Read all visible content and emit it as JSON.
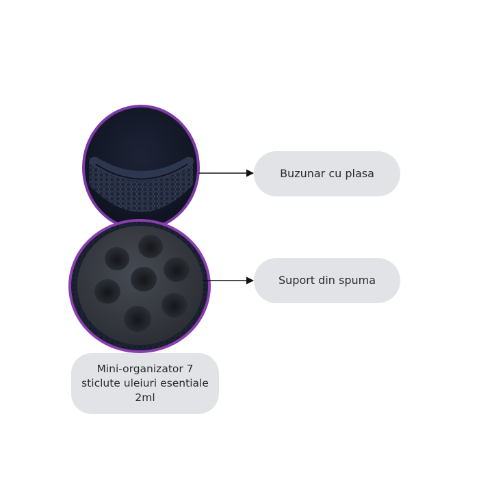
{
  "labels": {
    "pocket": "Buzunar cu plasa",
    "foam": "Suport din spuma",
    "product": "Mini-organizator 7 sticlute uleiuri esentiale 2ml"
  },
  "colors": {
    "case_shell": "#1c2233",
    "case_zipper": "#8b3fb0",
    "foam": "#3a3e45",
    "label_bg": "#e1e3e7",
    "arrow": "#111111"
  },
  "product": {
    "foam_holes": 7
  }
}
